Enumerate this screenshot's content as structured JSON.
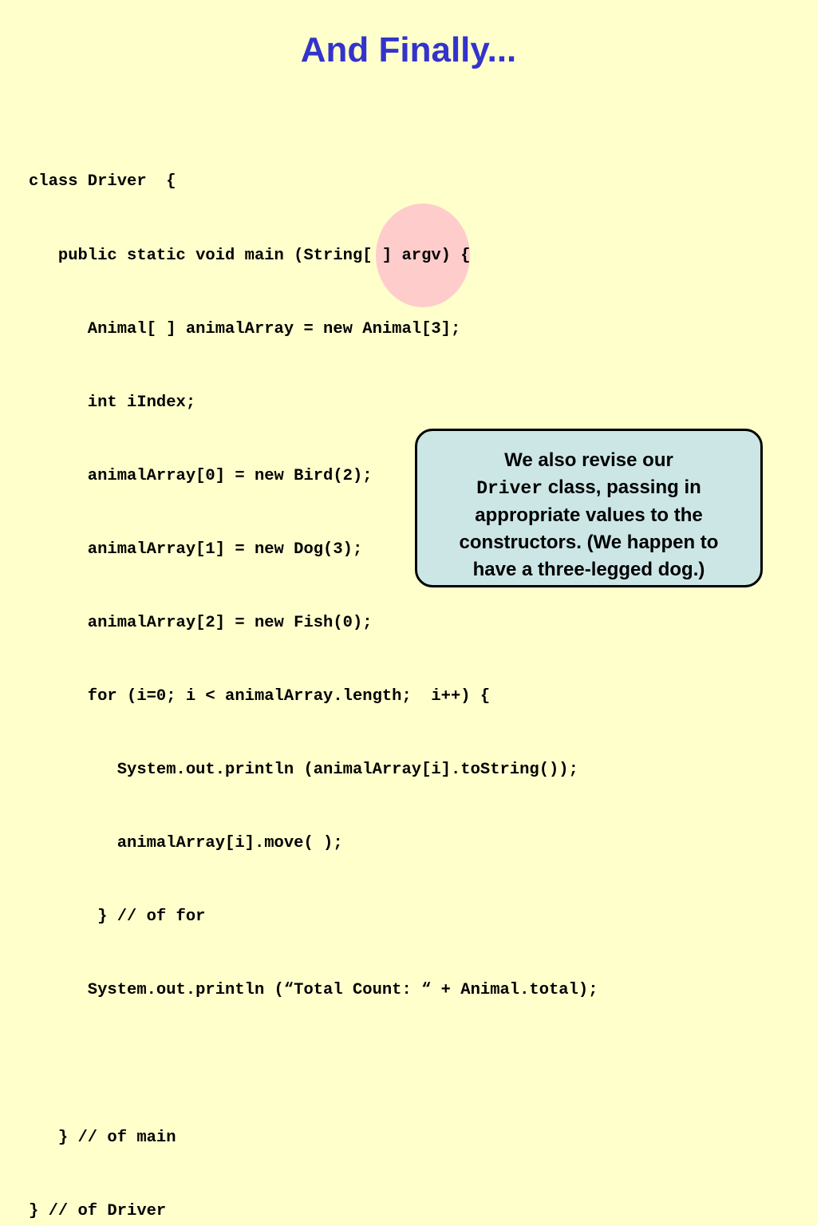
{
  "slide": {
    "title": "And Finally...",
    "code_lines": [
      "class Driver  {",
      "   public static void main (String[ ] argv) {",
      "      Animal[ ] animalArray = new Animal[3];",
      "      int iIndex;",
      "      animalArray[0] = new Bird(2);",
      "      animalArray[1] = new Dog(3);",
      "      animalArray[2] = new Fish(0);",
      "      for (i=0; i < animalArray.length;  i++) {",
      "         System.out.println (animalArray[i].toString());",
      "         animalArray[i].move( );",
      "       } // of for",
      "      System.out.println (“Total Count: “ + Animal.total);",
      "",
      "   } // of main",
      "} // of Driver"
    ],
    "callout": {
      "line1": "We also revise our",
      "code_word": "Driver",
      "line2_rest": " class, passing in",
      "line3": "appropriate values to the",
      "line4": "constructors.  (We happen to",
      "line5": "have a three-legged dog.)"
    }
  },
  "colors": {
    "background": "#ffffcc",
    "title": "#3333cc",
    "highlight": "#ffcccc",
    "callout_fill": "#cce6e6"
  }
}
